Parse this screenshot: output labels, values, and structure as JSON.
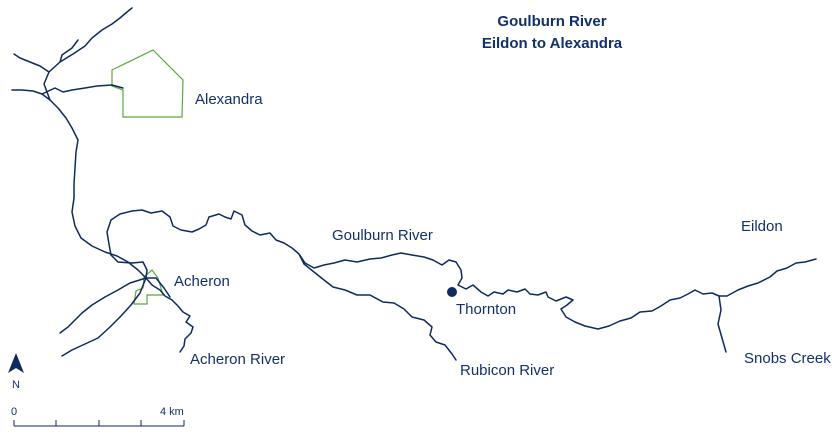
{
  "title": {
    "line1": "Goulburn River",
    "line2": "Eildon to Alexandra"
  },
  "places": {
    "alexandra": "Alexandra",
    "acheron": "Acheron",
    "thornton": "Thornton",
    "eildon": "Eildon"
  },
  "rivers": {
    "goulburn": "Goulburn River",
    "acheron": "Acheron River",
    "rubicon": "Rubicon River",
    "snobs": "Snobs Creek"
  },
  "north_arrow": {
    "label": "N"
  },
  "scale_bar": {
    "start": "0",
    "end": "4 km"
  },
  "colors": {
    "river": "#0f2a5c",
    "town_boundary": "#5aa83a",
    "text": "#12306a"
  }
}
